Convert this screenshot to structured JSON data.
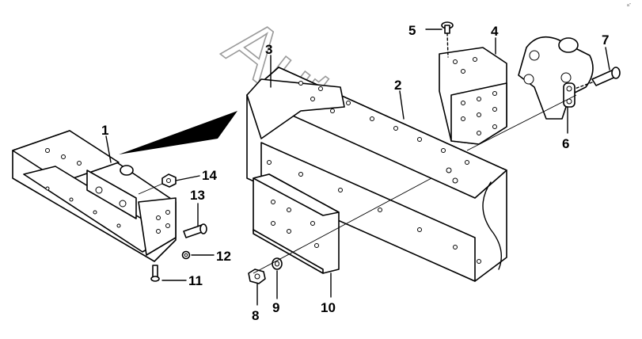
{
  "watermark": "AutoSoft",
  "corner_mark": "a''",
  "callouts": [
    "1",
    "2",
    "3",
    "4",
    "5",
    "6",
    "7",
    "8",
    "9",
    "10",
    "11",
    "12",
    "13",
    "14"
  ]
}
